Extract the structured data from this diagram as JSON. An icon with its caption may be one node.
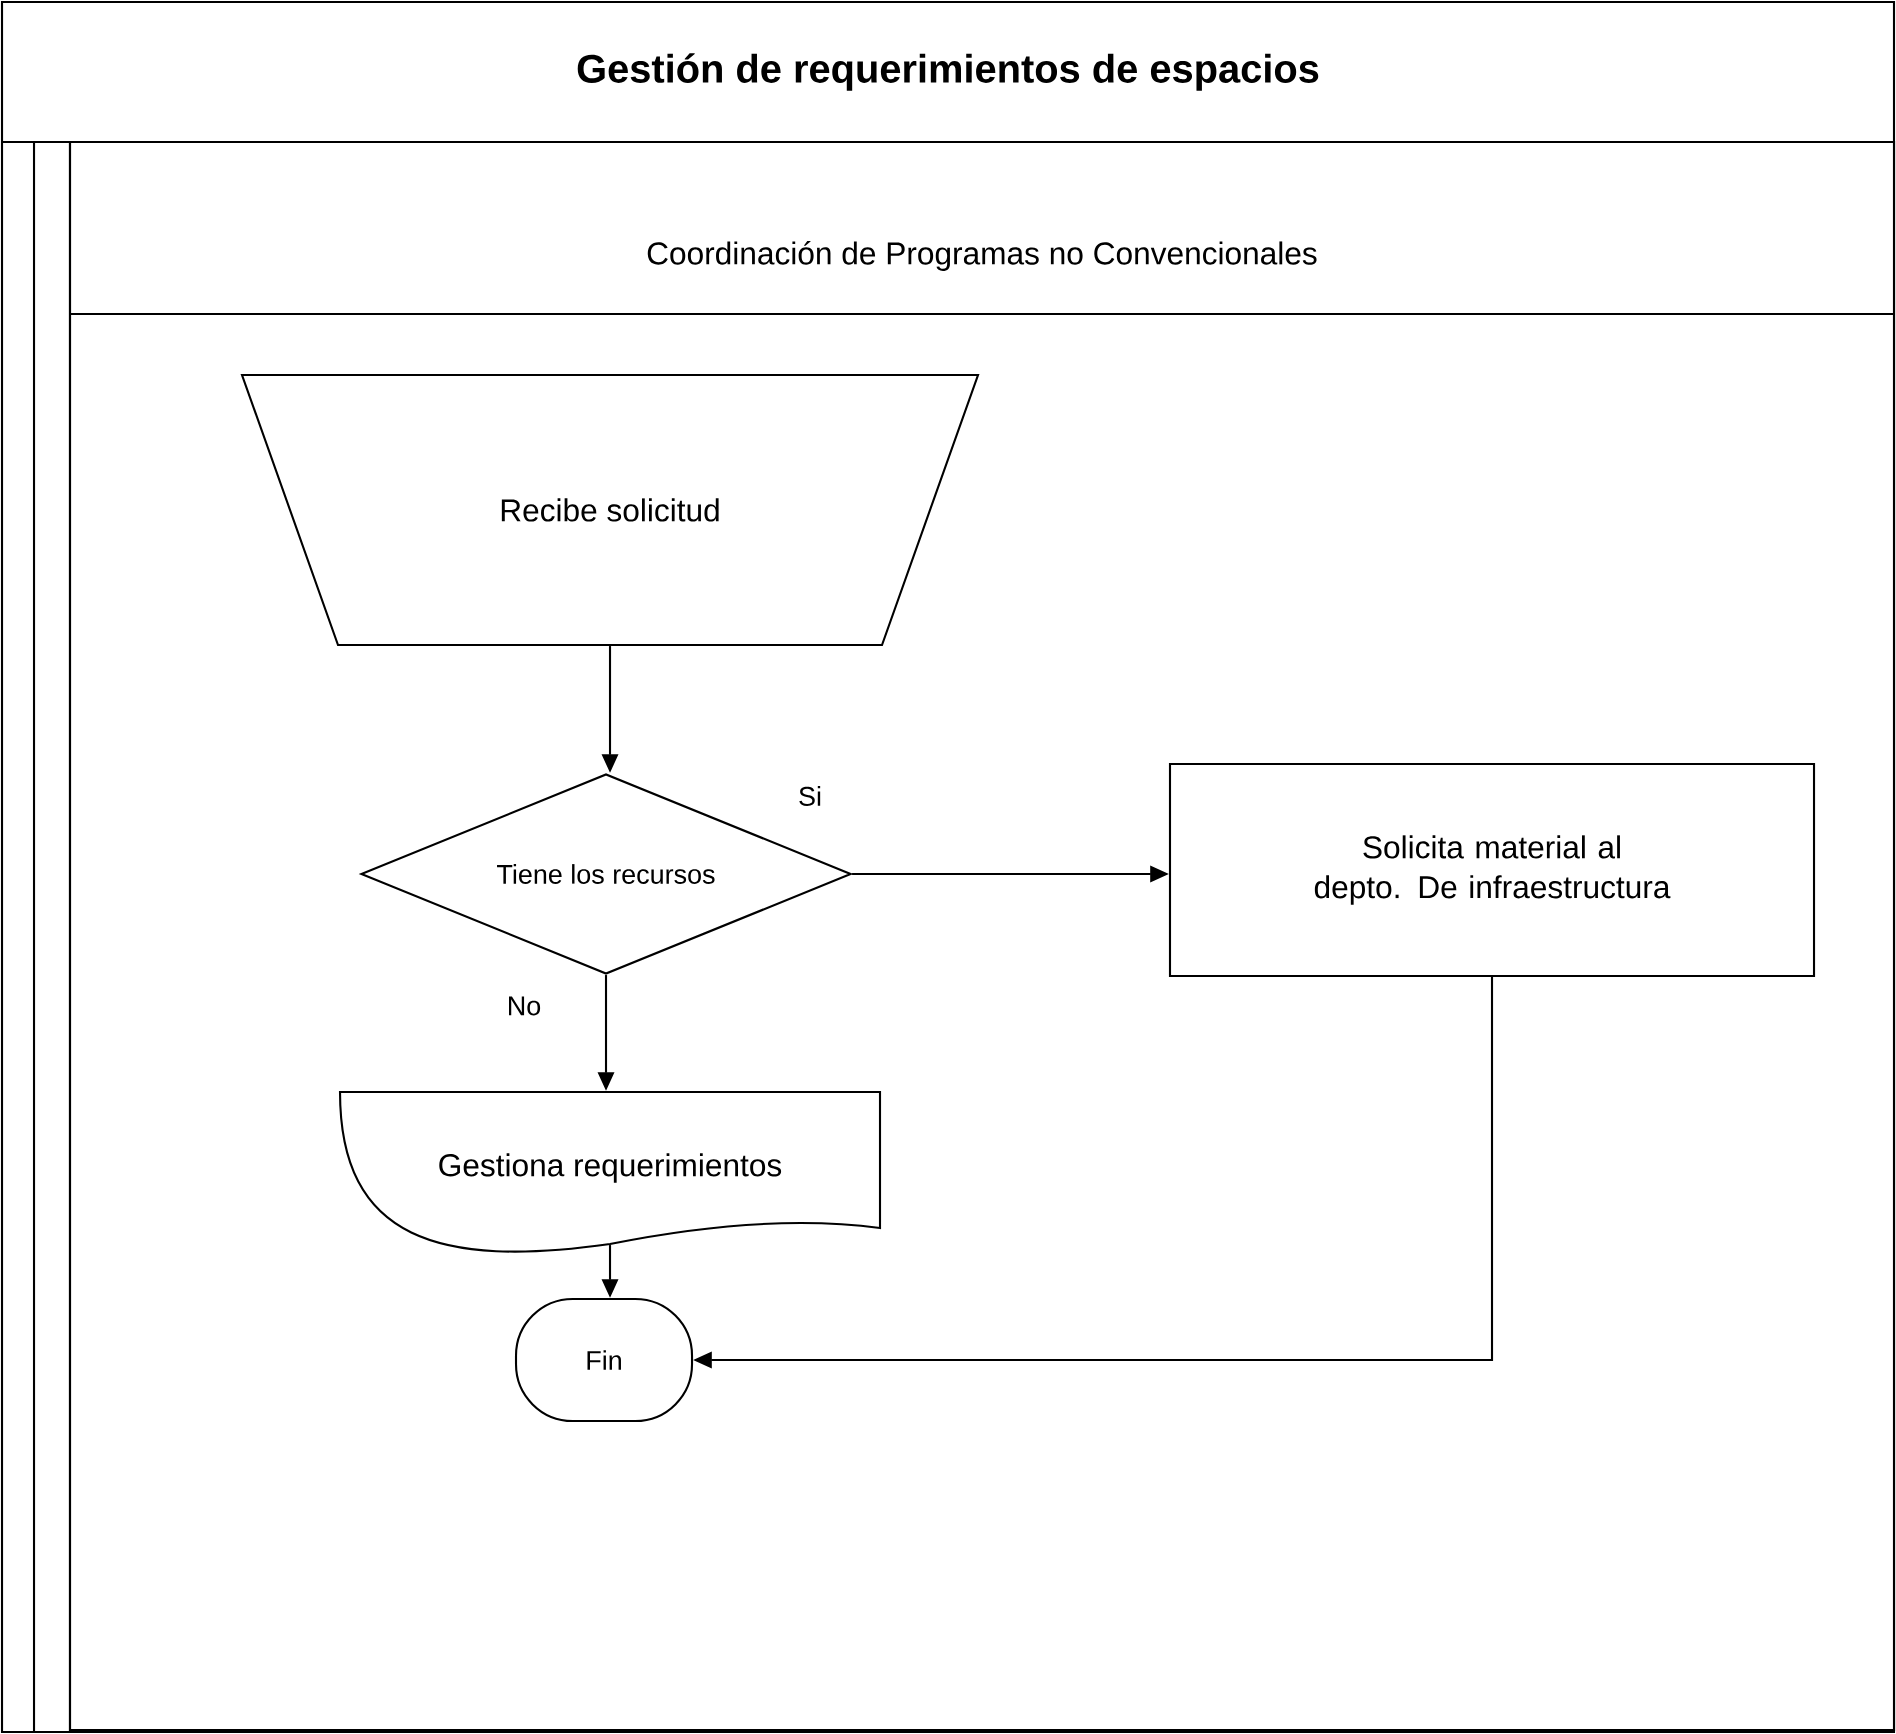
{
  "diagram": {
    "title": "Gestión de requerimientos de espacios",
    "nodes": [
      {
        "text": [
          "Coordinación de Programas no Convencionales"
        ]
      },
      {
        "text": [
          "Recibe solicitud"
        ],
        "in": 0
      },
      {
        "text": [
          "Tiene los recursos"
        ],
        "in": 0
      },
      {
        "text": [
          "Solicita material al depto. De infraestructura"
        ],
        "in": 0
      },
      {
        "text": [
          "Gestiona requerimientos"
        ],
        "in": 0
      },
      {
        "text": [
          "Fin"
        ],
        "in": 0
      }
    ],
    "edges": [
      {
        "from": 1,
        "to": 2,
        "arrow": "to"
      },
      {
        "from": 2,
        "to": 3,
        "arrow": "to",
        "label": "Si"
      },
      {
        "from": 2,
        "to": 4,
        "arrow": "to",
        "label": "No"
      },
      {
        "from": 4,
        "to": 5,
        "arrow": "to"
      },
      {
        "from": 3,
        "to": 5,
        "arrow": "to"
      }
    ]
  }
}
